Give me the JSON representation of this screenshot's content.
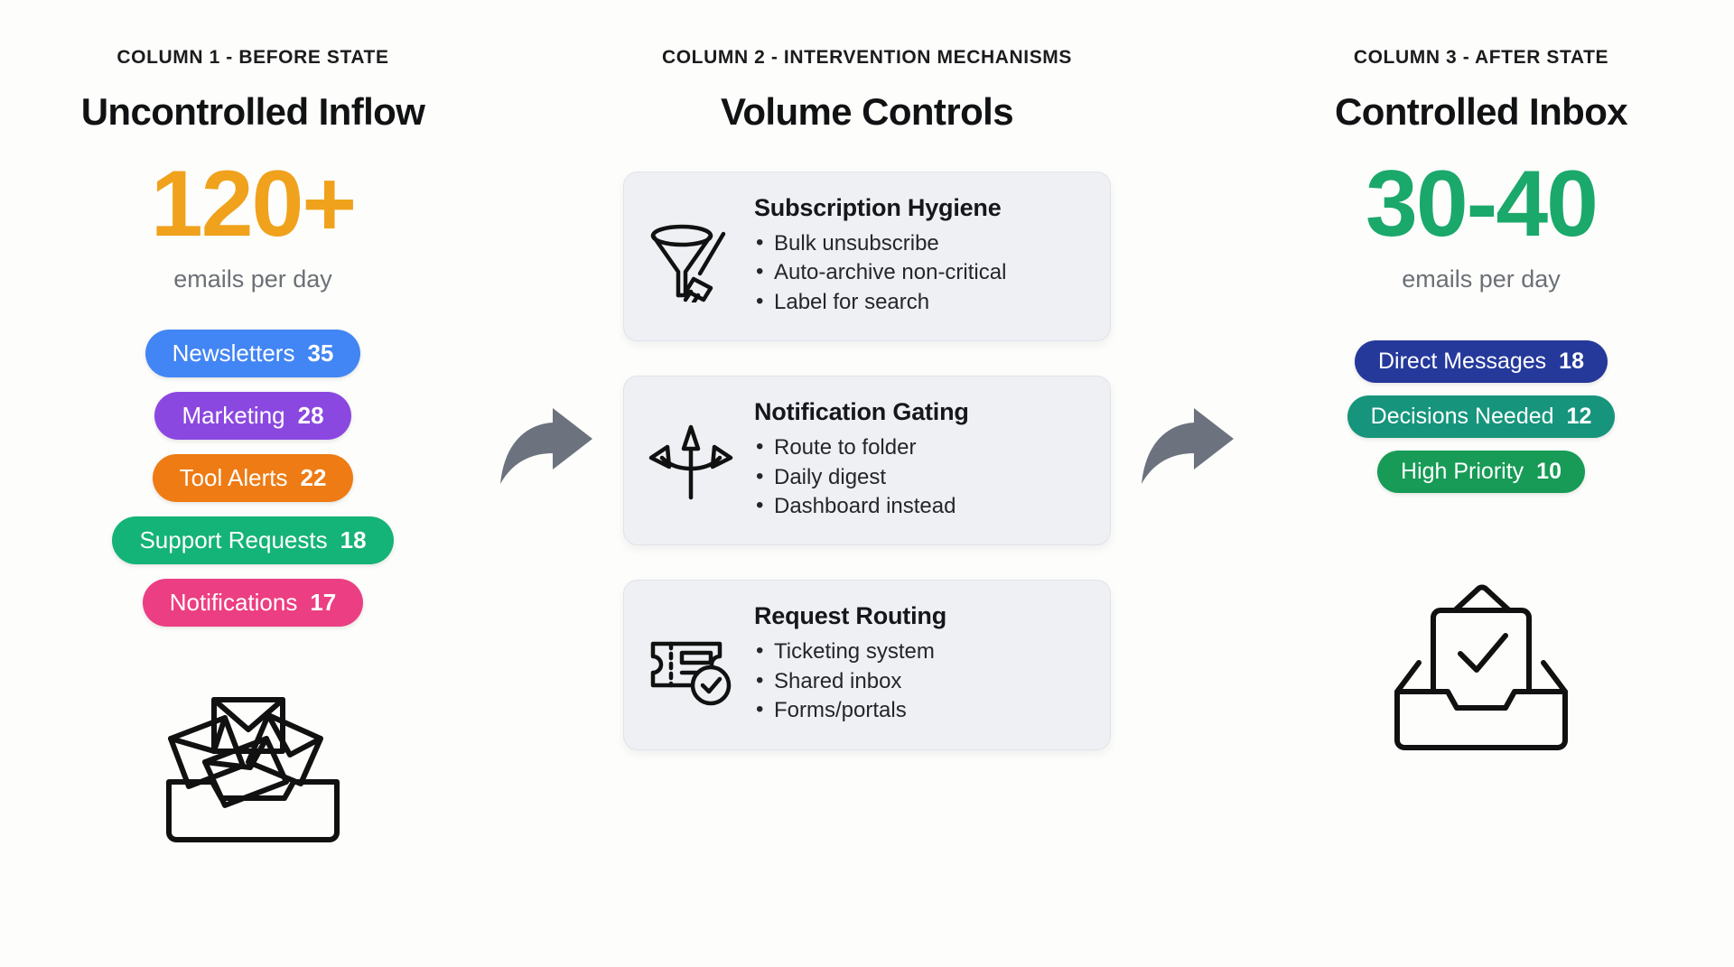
{
  "columns": [
    {
      "eyebrow": "COLUMN 1 - BEFORE STATE",
      "title": "Uncontrolled Inflow",
      "bignum": "120+",
      "bignum_color": "#f0a21c",
      "caption": "emails per day",
      "pills": [
        {
          "label": "Newsletters",
          "count": "35",
          "color": "#4285f4"
        },
        {
          "label": "Marketing",
          "count": "28",
          "color": "#8b48e0"
        },
        {
          "label": "Tool Alerts",
          "count": "22",
          "color": "#ee7b14"
        },
        {
          "label": "Support Requests",
          "count": "18",
          "color": "#14b377"
        },
        {
          "label": "Notifications",
          "count": "17",
          "color": "#ec3e82"
        }
      ],
      "illustration": "overflowing-inbox-icon"
    },
    {
      "eyebrow": "COLUMN 2 - INTERVENTION MECHANISMS",
      "title": "Volume Controls",
      "cards": [
        {
          "icon": "funnel-broom-icon",
          "title": "Subscription Hygiene",
          "items": [
            "Bulk unsubscribe",
            "Auto-archive non-critical",
            "Label for search"
          ]
        },
        {
          "icon": "arrow-split-icon",
          "title": "Notification Gating",
          "items": [
            "Route to folder",
            "Daily digest",
            "Dashboard instead"
          ]
        },
        {
          "icon": "ticket-check-icon",
          "title": "Request Routing",
          "items": [
            "Ticketing system",
            "Shared inbox",
            "Forms/portals"
          ]
        }
      ]
    },
    {
      "eyebrow": "COLUMN 3 - AFTER STATE",
      "title": "Controlled Inbox",
      "bignum": "30-40",
      "bignum_color": "#1ba86b",
      "caption": "emails per day",
      "pills": [
        {
          "label": "Direct Messages",
          "count": "18",
          "color": "#25399b"
        },
        {
          "label": "Decisions Needed",
          "count": "12",
          "color": "#16957c"
        },
        {
          "label": "High Priority",
          "count": "10",
          "color": "#179b56"
        }
      ],
      "illustration": "inbox-check-icon"
    }
  ],
  "connectors": [
    {
      "name": "arrow-1",
      "icon": "curved-arrow-right-icon",
      "color": "#6c737f"
    },
    {
      "name": "arrow-2",
      "icon": "curved-arrow-right-icon",
      "color": "#6c737f"
    }
  ]
}
